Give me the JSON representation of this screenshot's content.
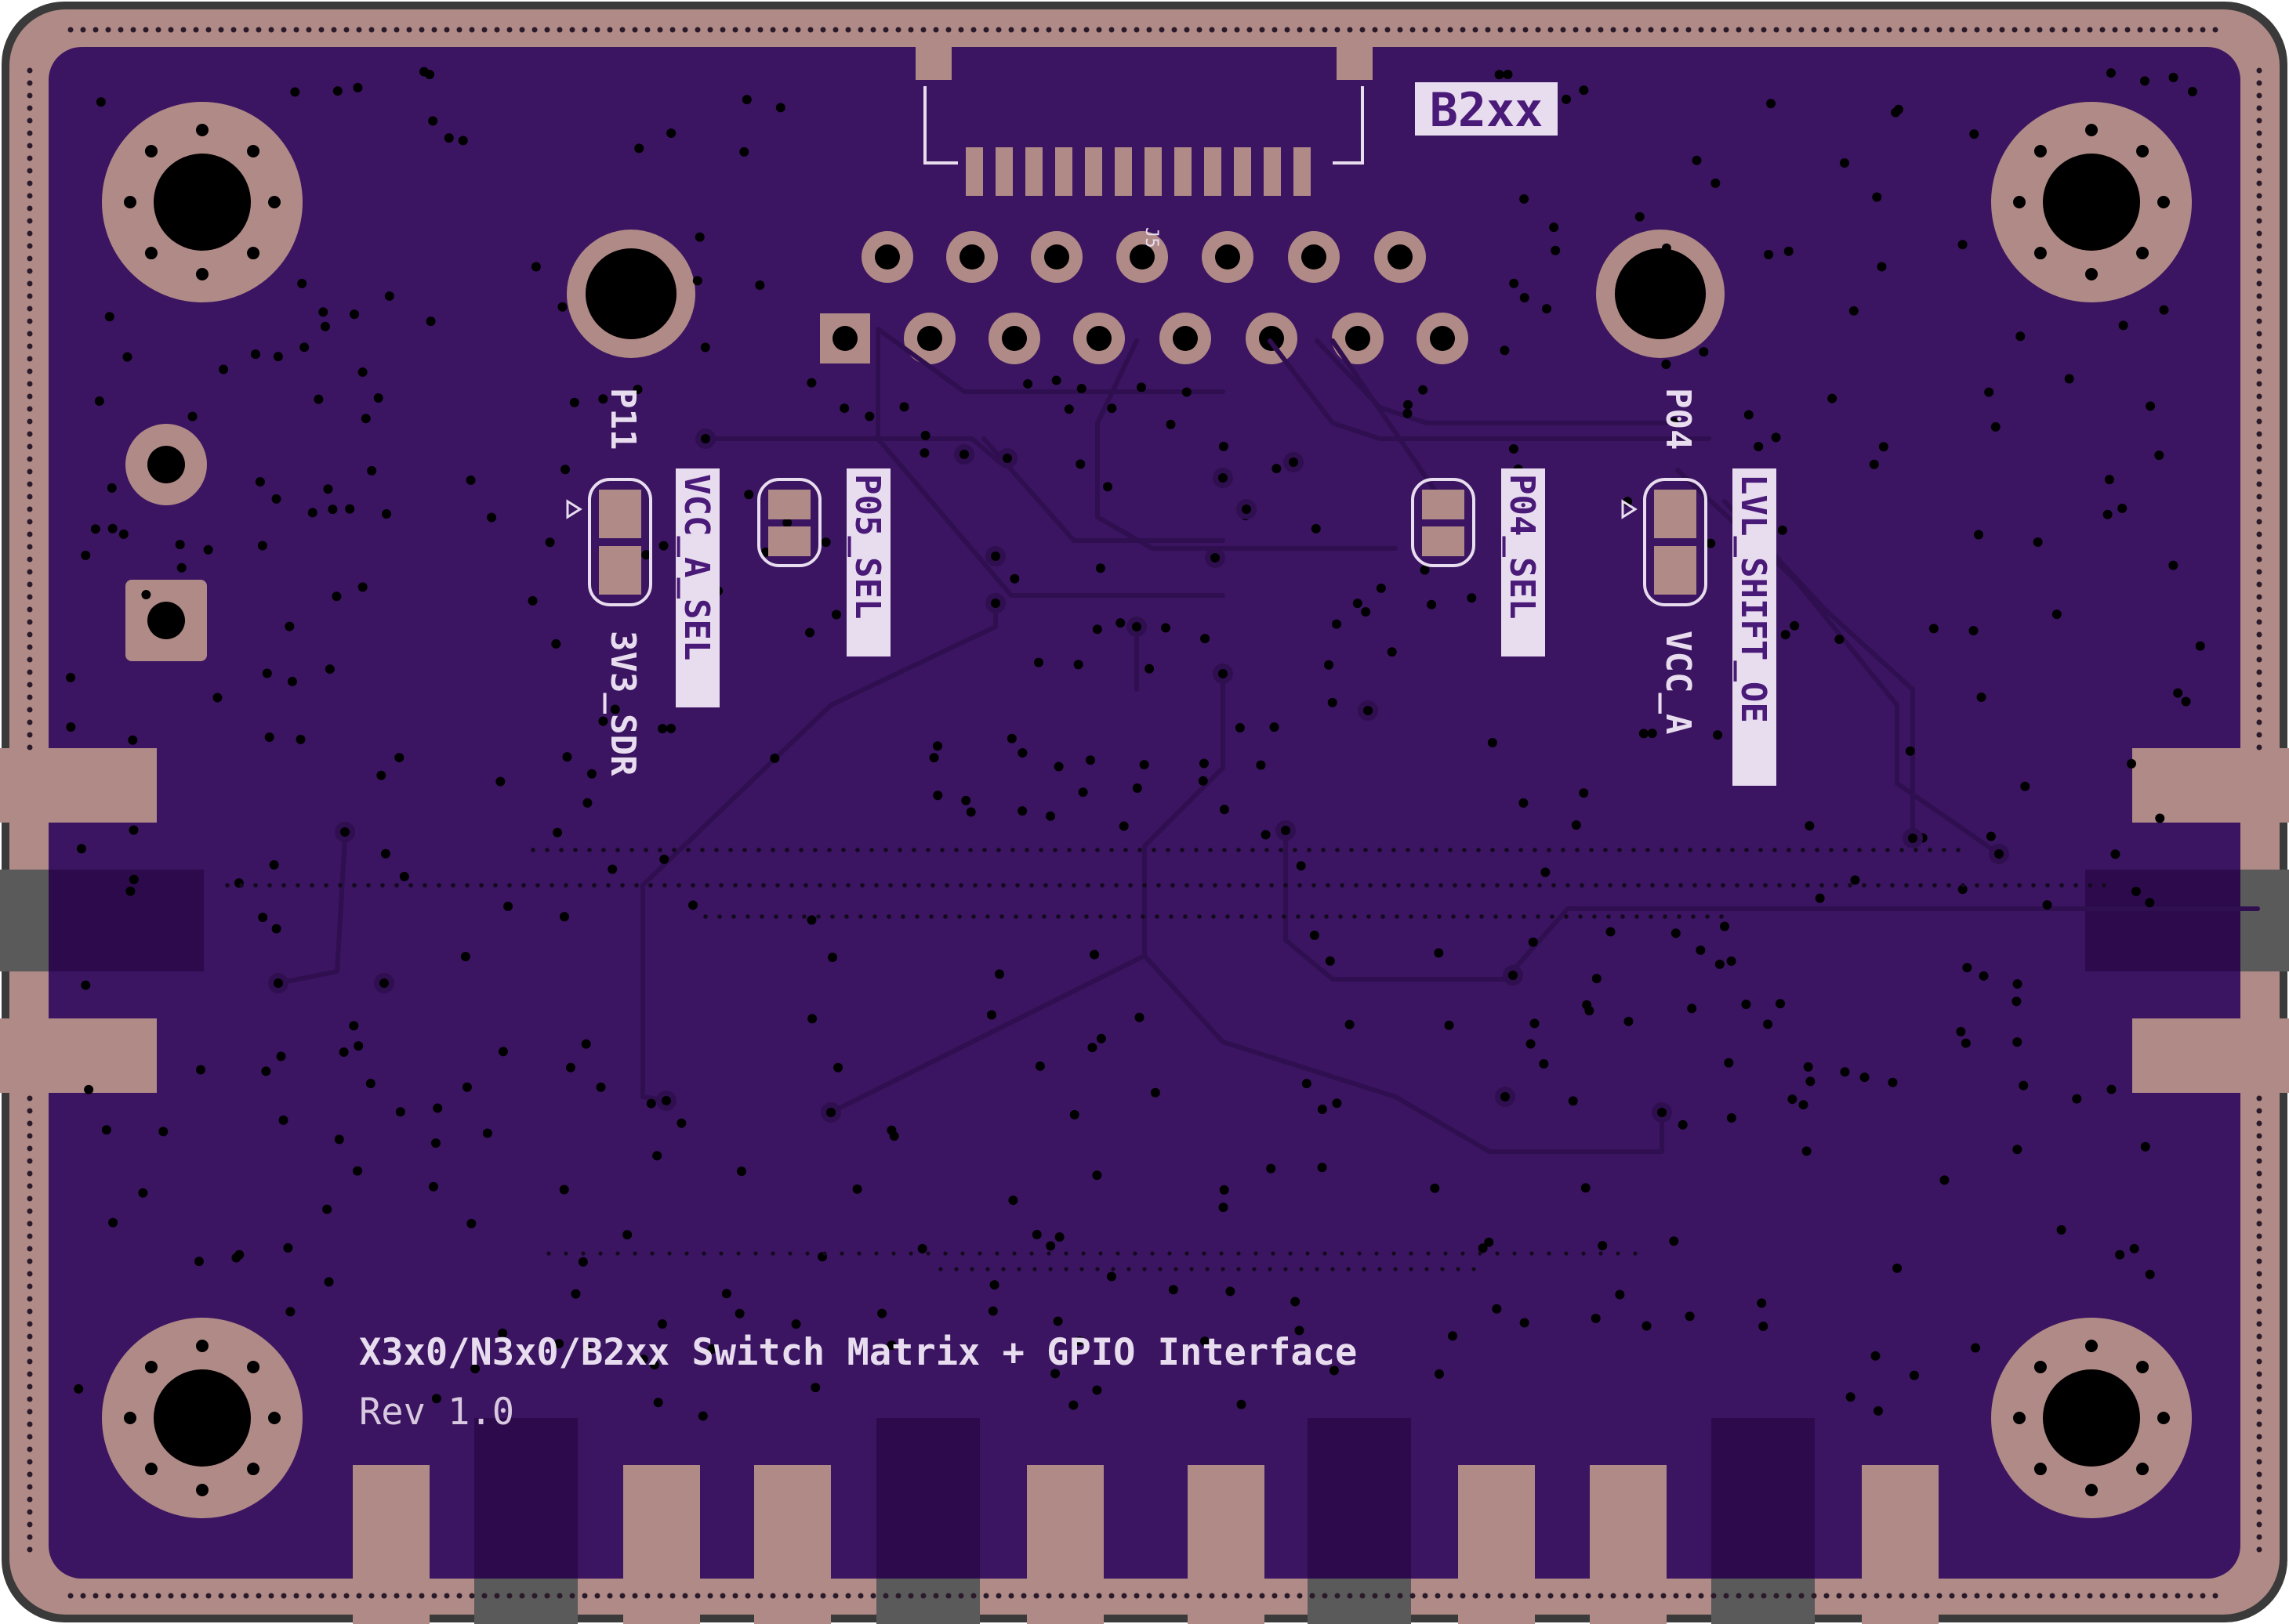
{
  "board": {
    "colors": {
      "edge": "#3a3a3a",
      "copper": "#b08a86",
      "soldermask": "#3b1561",
      "trace": "#2f0f50",
      "silkscreen": "#e8dcef",
      "drill": "#000000",
      "label_text": "#4a1a78",
      "grey_band": "#5a5a5a"
    }
  },
  "silkscreen": {
    "badge": "B2xx",
    "title": "X3x0/N3x0/B2xx Switch Matrix + GPIO Interface",
    "revision": "Rev 1.0",
    "connector_ref": "J5"
  },
  "labels": [
    {
      "id": "p11",
      "text": "P11"
    },
    {
      "id": "vcc-a-sel",
      "text": "VCC_A_SEL"
    },
    {
      "id": "p05-sel",
      "text": "P05_SEL"
    },
    {
      "id": "v3-sdr",
      "text": "3V3_SDR"
    },
    {
      "id": "p04-sel",
      "text": "P04_SEL"
    },
    {
      "id": "p04",
      "text": "P04"
    },
    {
      "id": "lvl-shift-oe",
      "text": "LVL_SHIFT_OE"
    },
    {
      "id": "vcc-a",
      "text": "VCC_A"
    }
  ]
}
